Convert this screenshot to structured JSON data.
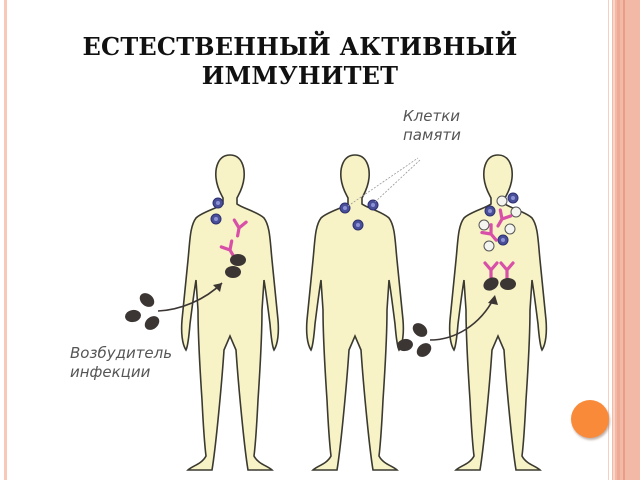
{
  "slide": {
    "title_line1": "ЕСТЕСТВЕННЫЙ АКТИВНЫЙ",
    "title_line2": "ИММУНИТЕТ"
  },
  "diagram": {
    "labels": {
      "memory_cells_line1": "Клетки",
      "memory_cells_line2": "памяти",
      "pathogen_line1": "Возбудитель",
      "pathogen_line2": "инфекции"
    },
    "figures": [
      {
        "name": "first-infection",
        "contents": [
          "memory-cells",
          "antibodies",
          "pathogen-particles"
        ]
      },
      {
        "name": "memory-stage",
        "contents": [
          "memory-cells"
        ]
      },
      {
        "name": "reinfection",
        "contents": [
          "memory-cells",
          "lymphocytes",
          "antibodies",
          "pathogen-particles"
        ]
      }
    ],
    "colors": {
      "body_fill": "#f8f3c6",
      "body_outline": "#3a3a30",
      "memory_cell": "#4a4f9a",
      "antibody": "#d84fa8",
      "pathogen": "#3b3534",
      "accent_orb": "#f98a3a",
      "border": "#f1b9a6"
    }
  }
}
